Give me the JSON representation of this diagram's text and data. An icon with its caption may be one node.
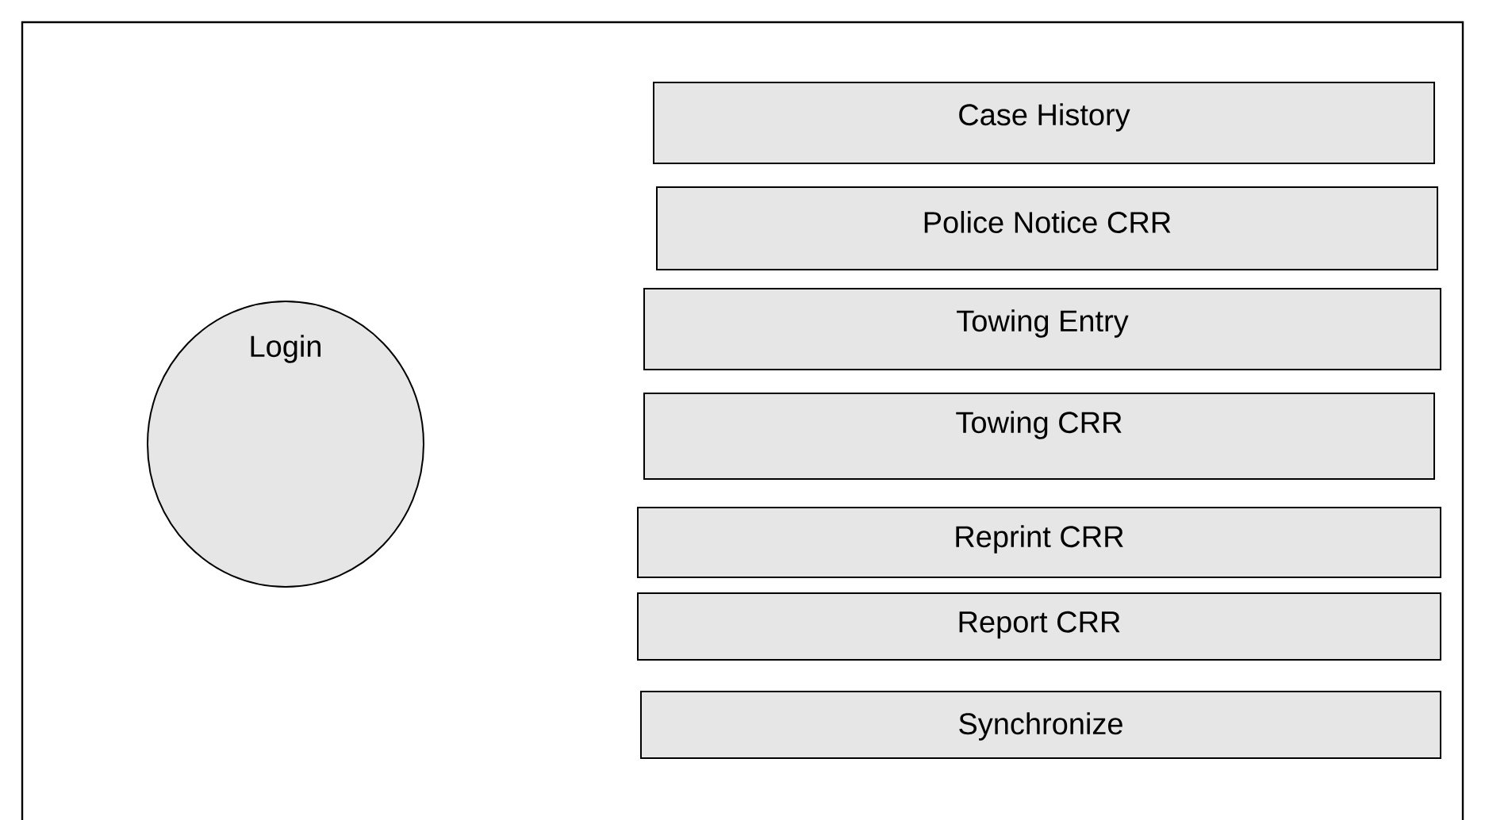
{
  "diagram": {
    "nodes": [
      {
        "text": [
          "Login"
        ]
      },
      {
        "text": [
          "Case History"
        ]
      },
      {
        "text": [
          "Police Notice CRR"
        ]
      },
      {
        "text": [
          "Towing Entry"
        ]
      },
      {
        "text": [
          "Towing CRR"
        ]
      },
      {
        "text": [
          "Reprint CRR"
        ]
      },
      {
        "text": [
          "Report CRR"
        ]
      },
      {
        "text": [
          "Synchronize"
        ]
      }
    ]
  }
}
